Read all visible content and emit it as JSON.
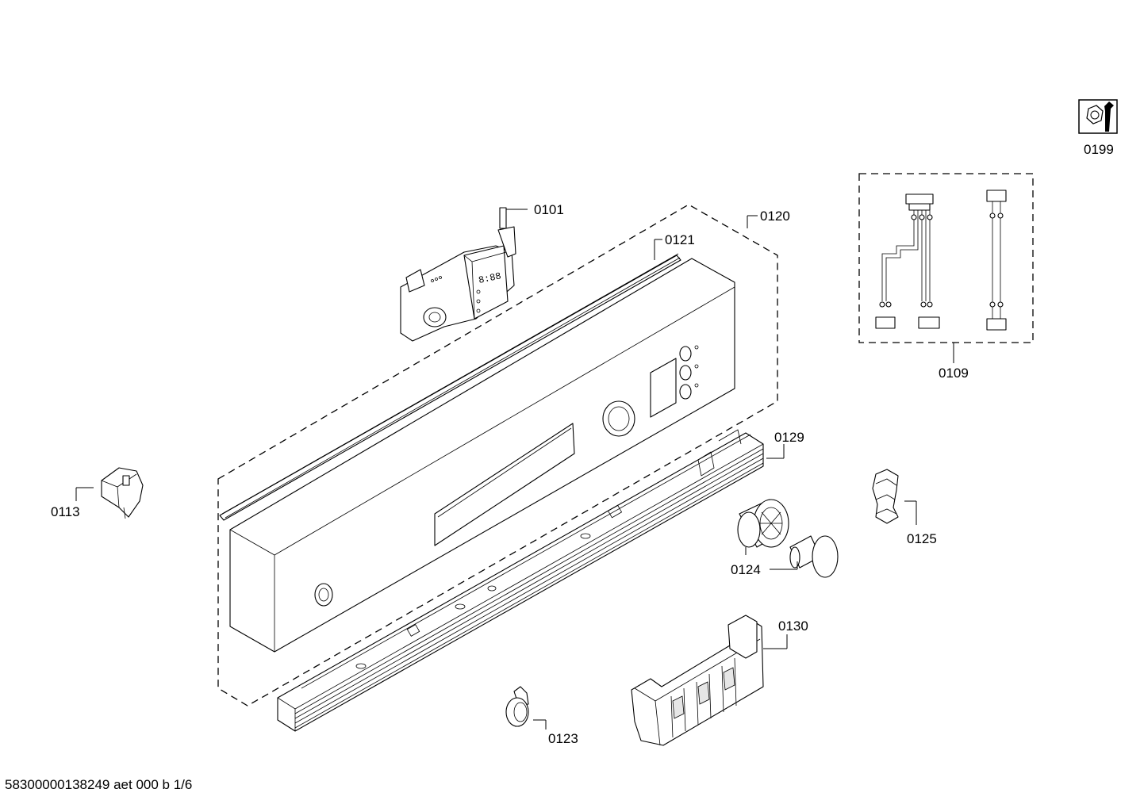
{
  "parts": [
    {
      "id": "p0199",
      "label": "0199"
    },
    {
      "id": "p0101",
      "label": "0101"
    },
    {
      "id": "p0120",
      "label": "0120"
    },
    {
      "id": "p0121",
      "label": "0121"
    },
    {
      "id": "p0109",
      "label": "0109"
    },
    {
      "id": "p0129",
      "label": "0129"
    },
    {
      "id": "p0113",
      "label": "0113"
    },
    {
      "id": "p0125",
      "label": "0125"
    },
    {
      "id": "p0124",
      "label": "0124"
    },
    {
      "id": "p0130",
      "label": "0130"
    },
    {
      "id": "p0123",
      "label": "0123"
    }
  ],
  "display_digits": "8:88",
  "footer": "58300000138249 aet 000 b 1/6"
}
